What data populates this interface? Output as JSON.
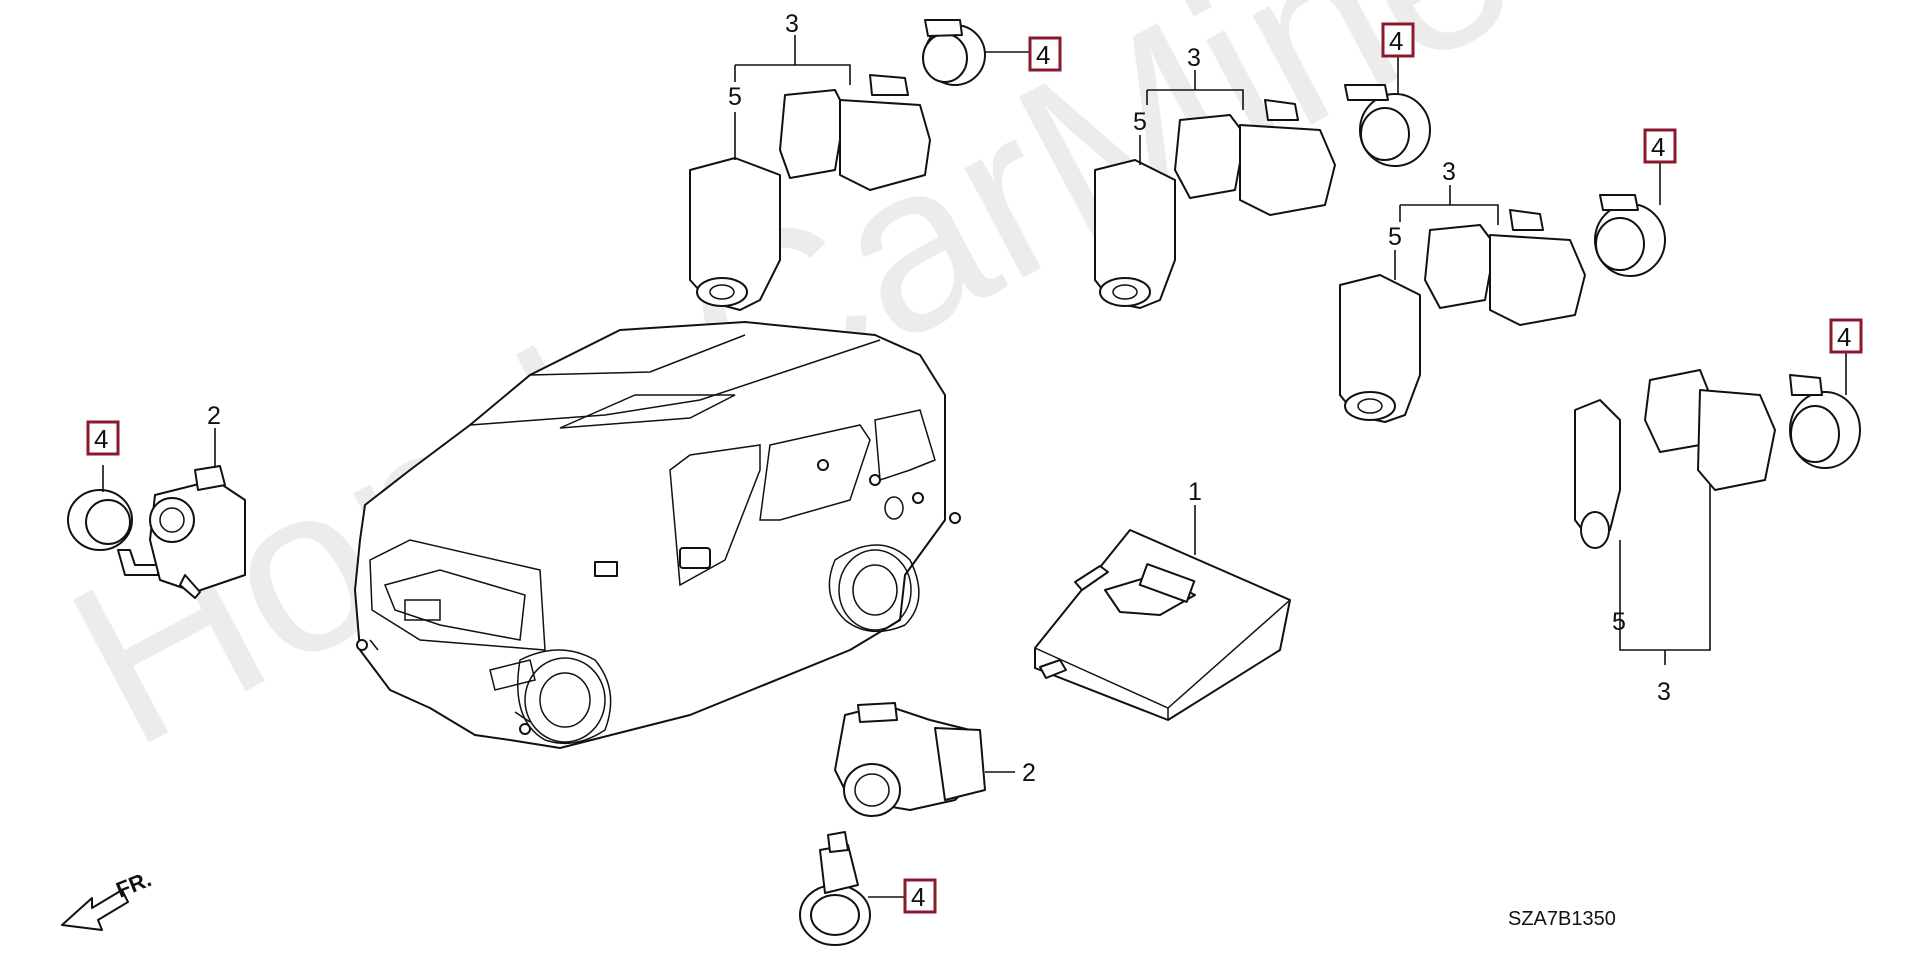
{
  "diagram": {
    "code": "SZA7B1350",
    "direction_label": "FR.",
    "watermark": "HondaCarMine.ru",
    "labels": {
      "n1": "1",
      "n2": "2",
      "n3": "3",
      "n4": "4",
      "n5": "5"
    },
    "accent_color": "#8b1a2e"
  }
}
